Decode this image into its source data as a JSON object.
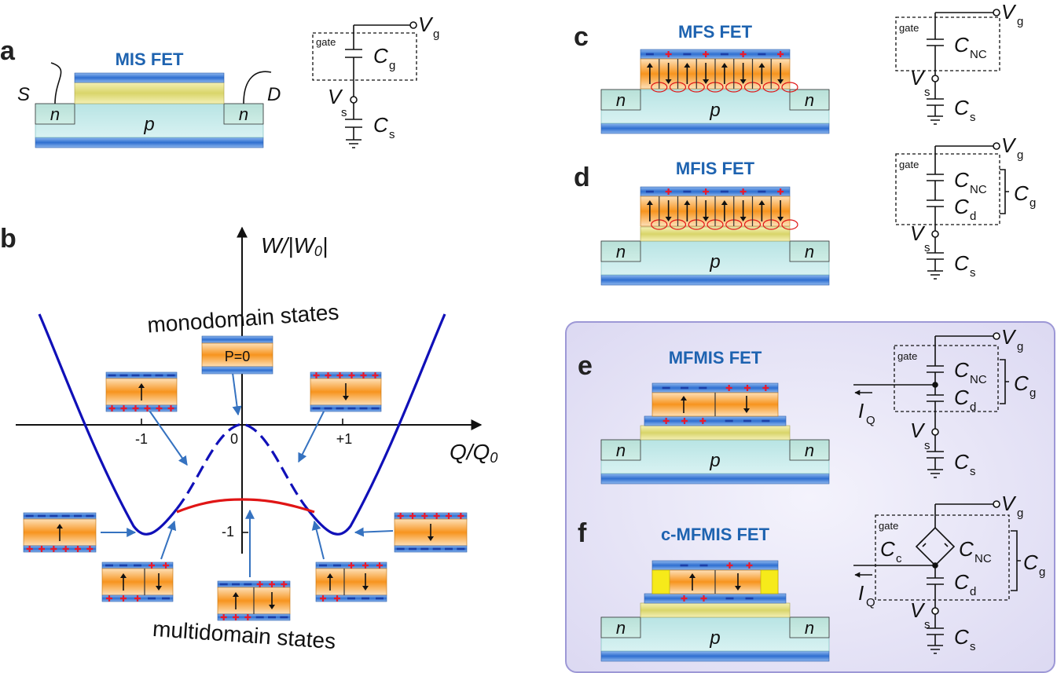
{
  "panels": {
    "a": "a",
    "b": "b",
    "c": "c",
    "d": "d",
    "e": "e",
    "f": "f"
  },
  "titles": {
    "a": "MIS FET",
    "c": "MFS FET",
    "d": "MFIS FET",
    "e": "MFMIS FET",
    "f": "c-MFMIS FET"
  },
  "device": {
    "n": "n",
    "p": "p",
    "s": "S",
    "d": "D"
  },
  "circuit": {
    "gate": "gate",
    "vg_main": "V",
    "vg_sub": "g",
    "vs_main": "V",
    "vs_sub": "s",
    "c_main": "C",
    "cg_sub": "g",
    "cs_sub": "s",
    "cnc_sub": "NC",
    "cd_sub": "d",
    "cc_sub": "c",
    "iq_main": "I",
    "iq_sub": "Q"
  },
  "plot": {
    "y_axis_label": "W/|W",
    "y_axis_sub": "0",
    "y_axis_end": "|",
    "x_axis_label": "Q/Q",
    "x_axis_sub": "0",
    "tick_m1": "-1",
    "tick_0": "0",
    "tick_p1": "+1",
    "tick_y": "-1",
    "mono": "monodomain states",
    "multi": "multidomain states",
    "p0": "P=0"
  },
  "colors": {
    "curve": "#1010b8",
    "red_curve": "#e01515",
    "ferro": "#f7931e",
    "electrode": "#3d7fd6",
    "dielectric": "#e9e27a",
    "substrate": "#c8ecec",
    "box_bg": "#e6e4f7"
  }
}
